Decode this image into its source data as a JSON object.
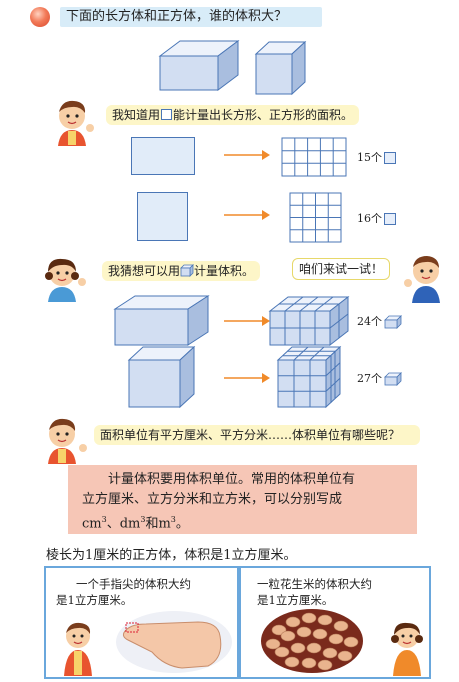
{
  "header": {
    "title": "下面的长方体和正方体，谁的体积大？"
  },
  "bubble1": {
    "before": "我知道用",
    "after": "能计量出长方形、正方形的面积。"
  },
  "row1": {
    "count": "15个"
  },
  "row2": {
    "count": "16个"
  },
  "bubble2": {
    "before": "我猜想可以用",
    "after": "计量体积。"
  },
  "bubble3": {
    "text": "咱们来试一试！"
  },
  "row3": {
    "count": "24个"
  },
  "row4": {
    "count": "27个"
  },
  "bubble4": {
    "text": "面积单位有平方厘米、平方分米……体积单位有哪些呢？"
  },
  "info": {
    "line1": "计量体积要用体积单位。常用的体积单位有",
    "line2": "立方厘米、立方分米和立方米，可以分别写成",
    "cm": "cm",
    "dm": "、dm",
    "and": "和m",
    "end": "。",
    "exp": "3"
  },
  "definition": "棱长为1厘米的正方体，体积是1立方厘米。",
  "panel_left": {
    "line1": "一个手指尖的体积大约",
    "line2": "是1立方厘米。"
  },
  "panel_right": {
    "line1": "一粒花生米的体积大约",
    "line2": "是1立方厘米。"
  },
  "colors": {
    "accent_blue": "#4a76b6",
    "bubble_yellow": "#fdf6c8",
    "info_pink": "#f6c6b6",
    "arrow_orange": "#f08a2a"
  }
}
